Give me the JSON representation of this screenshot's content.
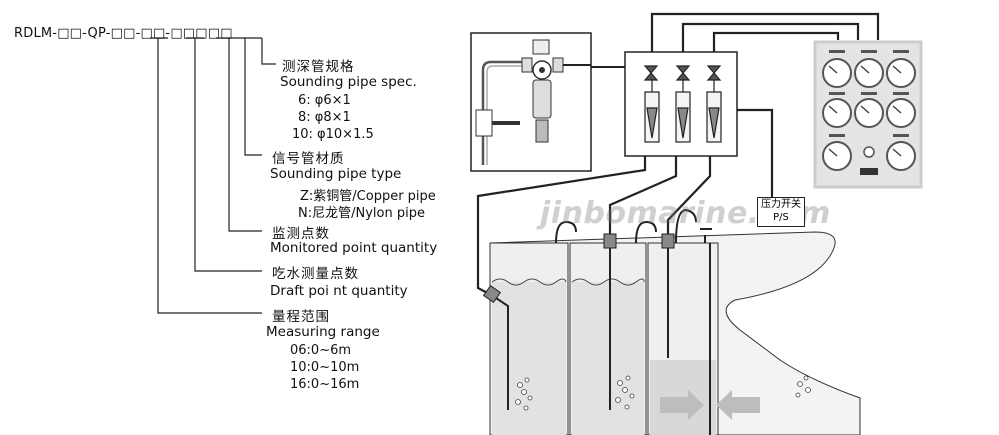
{
  "model_code": "RDLM-□□-QP-□□-□□-□□□□□",
  "spec": {
    "sounding_pipe_spec_cn": "测深管规格",
    "sounding_pipe_spec_en": "Sounding pipe spec.",
    "sizes": [
      "6: φ6×1",
      "8: φ8×1",
      "10: φ10×1.5"
    ]
  },
  "signal": {
    "title_cn": "信号管材质",
    "title_en": "Sounding pipe type",
    "options": [
      "Z:紫铜管/Copper pipe",
      "N:尼龙管/Nylon pipe"
    ]
  },
  "monitored": {
    "title_cn": "监测点数",
    "title_en": "Monitored point quantity"
  },
  "draft": {
    "title_cn": "吃水测量点数",
    "title_en": "Draft poi nt quantity"
  },
  "range": {
    "title_cn": "量程范围",
    "title_en": "Measuring range",
    "options": [
      "06:0~6m",
      "10:0~10m",
      "16:0~16m"
    ]
  },
  "pressure_switch": {
    "cn": "压力开关",
    "en": "P/S"
  },
  "watermark": "jinbomarine.com"
}
